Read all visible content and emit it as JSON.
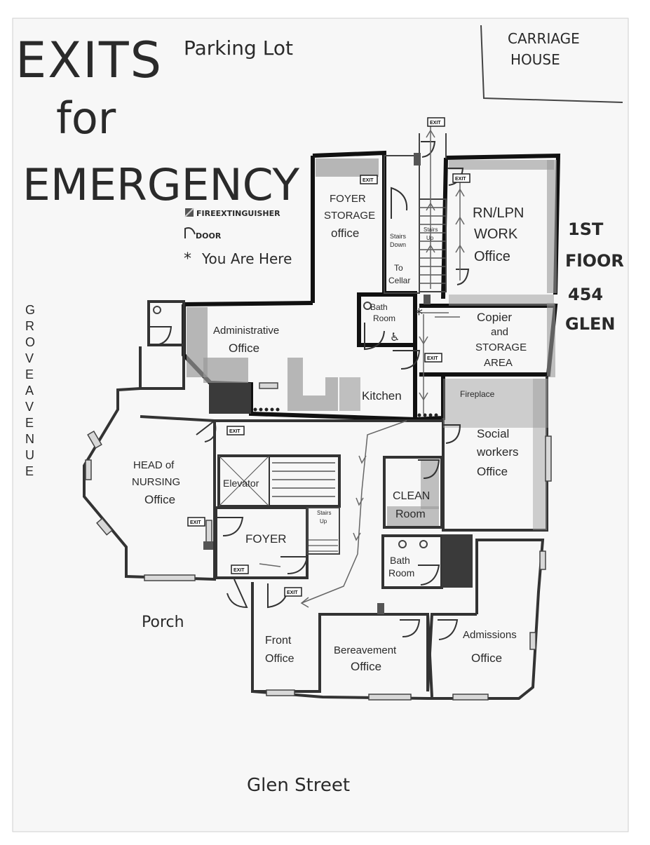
{
  "title": {
    "line1": "EXITS",
    "line2": "for",
    "line3": "EMERGENCY"
  },
  "top": {
    "parking": "Parking Lot",
    "carriage_line1": "CARRIAGE",
    "carriage_line2": "HOUSE"
  },
  "legend": {
    "extinguisher": "FIREEXTINGUISHER",
    "door": "DOOR",
    "here": "You Are Here"
  },
  "floor_label": {
    "line1": "1ST",
    "line2": "FlOOR",
    "line3": "454",
    "line4": "GLEN"
  },
  "streets": {
    "side": [
      "G",
      "R",
      "O",
      "V",
      "E",
      "A",
      "V",
      "E",
      "N",
      "U",
      "E"
    ],
    "bottom": "Glen Street",
    "porch": "Porch"
  },
  "exit_label": "EXIT",
  "rooms": {
    "foyer_storage": [
      "FOYER",
      "STORAGE",
      "office"
    ],
    "stairs_down": [
      "Stairs",
      "Down"
    ],
    "to_cellar": [
      "To",
      "Cellar"
    ],
    "stairs_up": [
      "Stairs",
      "Up"
    ],
    "rn_lpn": [
      "RN/LPN",
      "WORK",
      "Office"
    ],
    "bath_room_top": [
      "Bath",
      "Room"
    ],
    "copier": [
      "Copier",
      "and",
      "STORAGE",
      "AREA"
    ],
    "administrative": [
      "Administrative",
      "Office"
    ],
    "kitchen": "Kitchen",
    "fireplace": "Fireplace",
    "social_workers": [
      "Social",
      "workers",
      "Office"
    ],
    "head_nursing": [
      "HEAD of",
      "NURSING",
      "Office"
    ],
    "elevator": "Elevator",
    "stairs_up_lower": [
      "Stairs",
      "Up"
    ],
    "foyer": "FOYER",
    "clean_room": [
      "CLEAN",
      "Room"
    ],
    "bath_room_lower": [
      "Bath",
      "Room"
    ],
    "front_office": [
      "Front",
      "Office"
    ],
    "bereavement": [
      "Bereavement",
      "Office"
    ],
    "admissions": [
      "Admissions",
      "Office"
    ]
  }
}
